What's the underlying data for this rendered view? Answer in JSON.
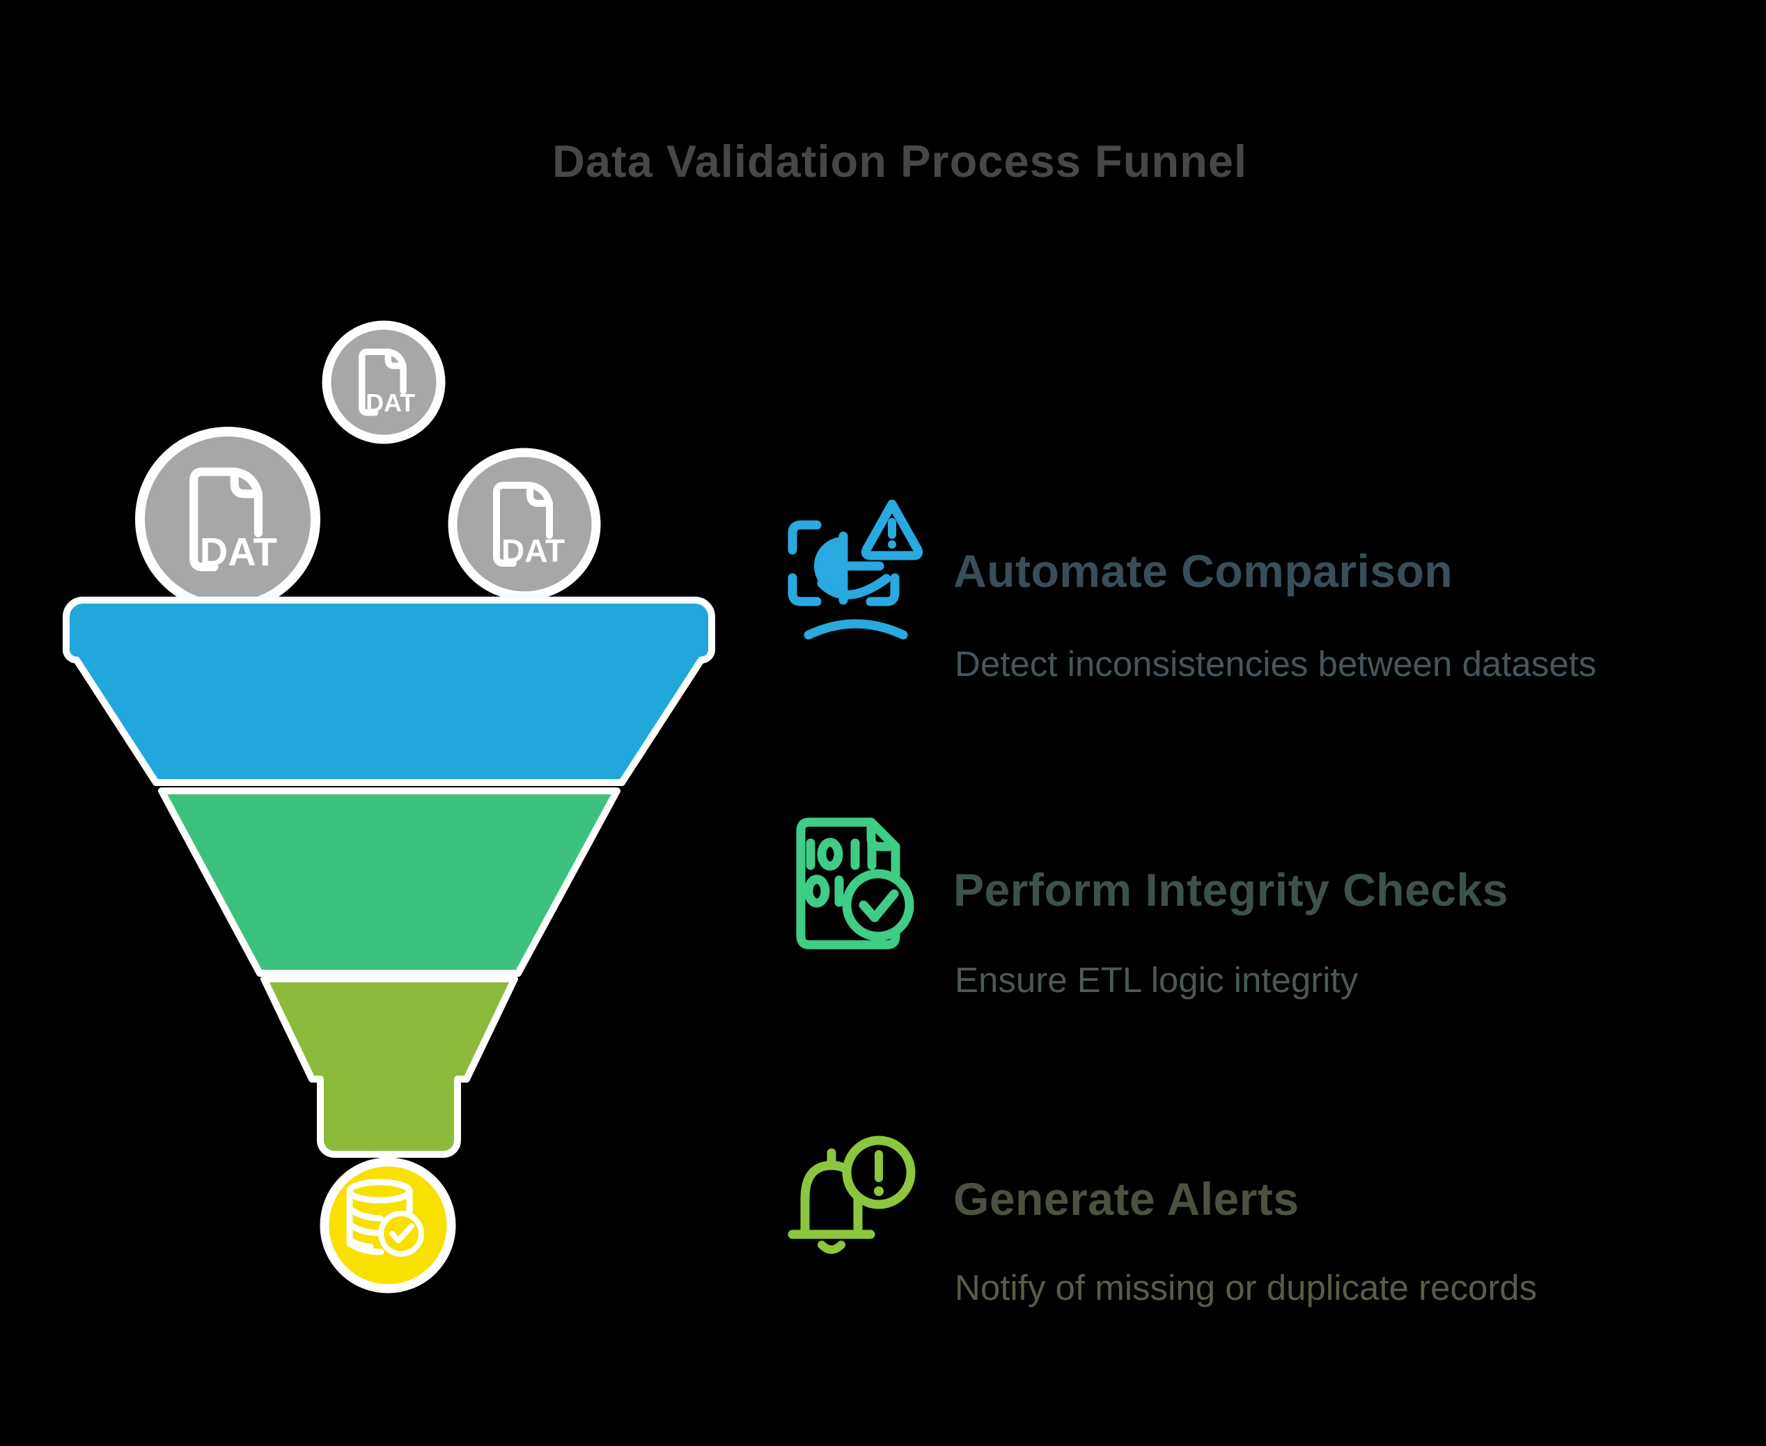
{
  "title": {
    "text": "Data Validation Process Funnel",
    "color": "#474747"
  },
  "funnel": {
    "input_circle_color": "#A7A7A7",
    "input_files": [
      {
        "label": "DAT",
        "icon": "dat-file-icon"
      },
      {
        "label": "DAT",
        "icon": "dat-file-icon"
      },
      {
        "label": "DAT",
        "icon": "dat-file-icon"
      }
    ],
    "stages": [
      {
        "name": "stage-top",
        "color": "#21A7DB"
      },
      {
        "name": "stage-middle",
        "color": "#3CC17F"
      },
      {
        "name": "stage-bottom",
        "color": "#8DBA3B"
      }
    ],
    "output": {
      "icon": "database-check-icon",
      "color": "#F8E000"
    }
  },
  "items": [
    {
      "title": "Automate Comparison",
      "subtitle": "Detect inconsistencies between datasets",
      "icon": "comparison-warning-icon",
      "icon_color": "#29A9DF",
      "title_color": "#3A4E5A",
      "subtitle_color": "#46565F"
    },
    {
      "title": "Perform Integrity Checks",
      "subtitle": "Ensure ETL logic integrity",
      "icon": "binary-file-check-icon",
      "icon_color": "#3ECC86",
      "title_color": "#3D5349",
      "subtitle_color": "#4A5B51"
    },
    {
      "title": "Generate Alerts",
      "subtitle": "Notify of missing or duplicate records",
      "icon": "bell-alert-icon",
      "icon_color": "#8CC63F",
      "title_color": "#4B5340",
      "subtitle_color": "#565E48"
    }
  ]
}
